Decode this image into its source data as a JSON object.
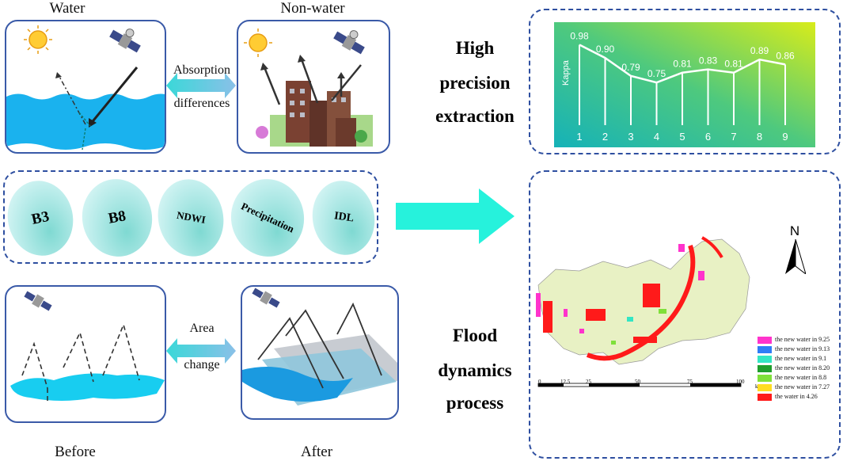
{
  "titles": {
    "water": "Water",
    "nonwater": "Non-water",
    "before": "Before",
    "after": "After"
  },
  "arrows": {
    "absorption_line1": "Absorption",
    "absorption_line2": "differences",
    "area_line1": "Area",
    "area_line2": "change"
  },
  "headlines": {
    "high_precision": [
      "High",
      "precision",
      "extraction"
    ],
    "flood": [
      "Flood",
      "dynamics",
      "process"
    ]
  },
  "features": [
    "B3",
    "B8",
    "NDWI",
    "Precipitation",
    "IDL"
  ],
  "chart_data": {
    "type": "line",
    "x": [
      1,
      2,
      3,
      4,
      5,
      6,
      7,
      8,
      9
    ],
    "values": [
      0.98,
      0.9,
      0.79,
      0.75,
      0.81,
      0.83,
      0.81,
      0.89,
      0.86
    ],
    "labels": [
      "0.98",
      "0.90",
      "0.79",
      "0.75",
      "0.81",
      "0.83",
      "0.81",
      "0.89",
      "0.86"
    ],
    "ylabel": "Kappa",
    "ylim": [
      0.5,
      1.05
    ]
  },
  "map": {
    "north": "N",
    "legend": [
      {
        "label": "the new water in 9.25",
        "color": "#ff33cc"
      },
      {
        "label": "the new water in 9.13",
        "color": "#2e7df6"
      },
      {
        "label": "the new water in 9.1",
        "color": "#33e6c4"
      },
      {
        "label": "the new water in 8.20",
        "color": "#1f9e2c"
      },
      {
        "label": "the new water in 8.8",
        "color": "#7fe03a"
      },
      {
        "label": "the new water in 7.27",
        "color": "#ffdd22"
      },
      {
        "label": "the water in 4.26",
        "color": "#ff1a1a"
      }
    ],
    "scale_ticks": [
      "0",
      "12.5",
      "25",
      "50",
      "75",
      "100"
    ],
    "scale_unit": "km"
  }
}
